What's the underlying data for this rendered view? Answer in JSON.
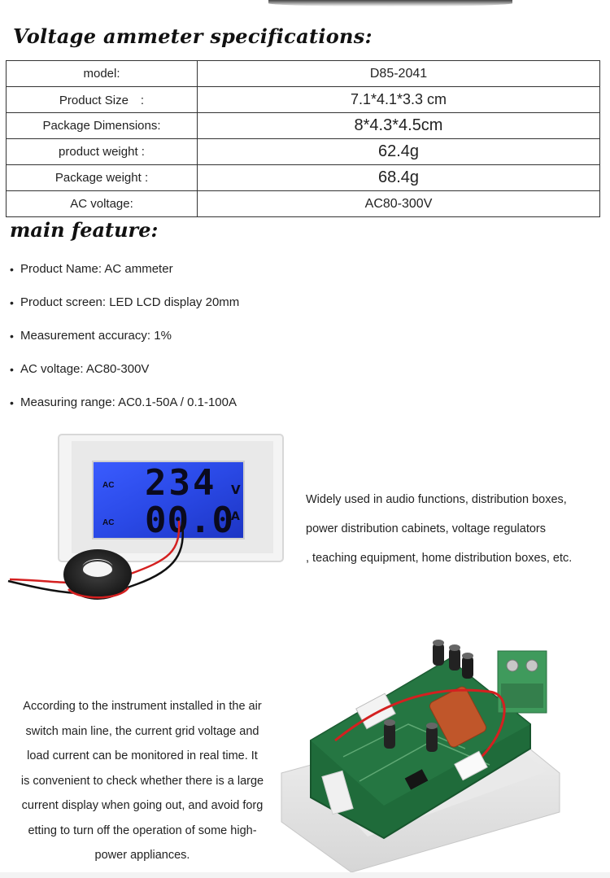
{
  "specs_heading": "Voltage ammeter specifications:",
  "specs": [
    {
      "key": "model:",
      "value": "D85-2041"
    },
    {
      "key": "Product Size　:",
      "value": "7.1*4.1*3.3  cm"
    },
    {
      "key": "Package Dimensions:",
      "value": "8*4.3*4.5cm"
    },
    {
      "key": "product weight :",
      "value": "62.4g"
    },
    {
      "key": "Package weight :",
      "value": "68.4g"
    },
    {
      "key": "AC voltage:",
      "value": "AC80-300V"
    }
  ],
  "features_heading": "main feature:",
  "features": [
    {
      "bullet": "•",
      "text": "Product Name: AC ammeter"
    },
    {
      "bullet": "•",
      "text": "Product screen: LED LCD display 20mm"
    },
    {
      "bullet": "•",
      "text": "Measurement accuracy: 1%"
    },
    {
      "bullet": "•",
      "text": "AC voltage: AC80-300V"
    },
    {
      "bullet": "•",
      "text": "Measuring range: AC0.1-50A / 0.1-100A"
    }
  ],
  "display": {
    "label_top": "AC",
    "label_bottom": "AC",
    "voltage_reading": "234",
    "voltage_unit": "V",
    "current_reading": "00.0",
    "current_unit": "A"
  },
  "usage_lines": [
    "Widely used in audio functions, distribution boxes,",
    "power distribution cabinets, voltage regulators",
    ", teaching equipment, home distribution boxes, etc."
  ],
  "install_lines": [
    "According to the instrument installed in the air",
    "switch main line, the current grid voltage and",
    "load current can be monitored in real time. It",
    "is convenient to check whether there is a large",
    "current display when going out, and avoid forg",
    "etting to turn off the operation of some high-",
    "power appliances."
  ],
  "colors": {
    "lcd_blue": "#2a49e6",
    "lcd_digits": "#0a0a1e",
    "pcb_green": "#1f6b3a",
    "terminal_green": "#3f9a5c"
  }
}
